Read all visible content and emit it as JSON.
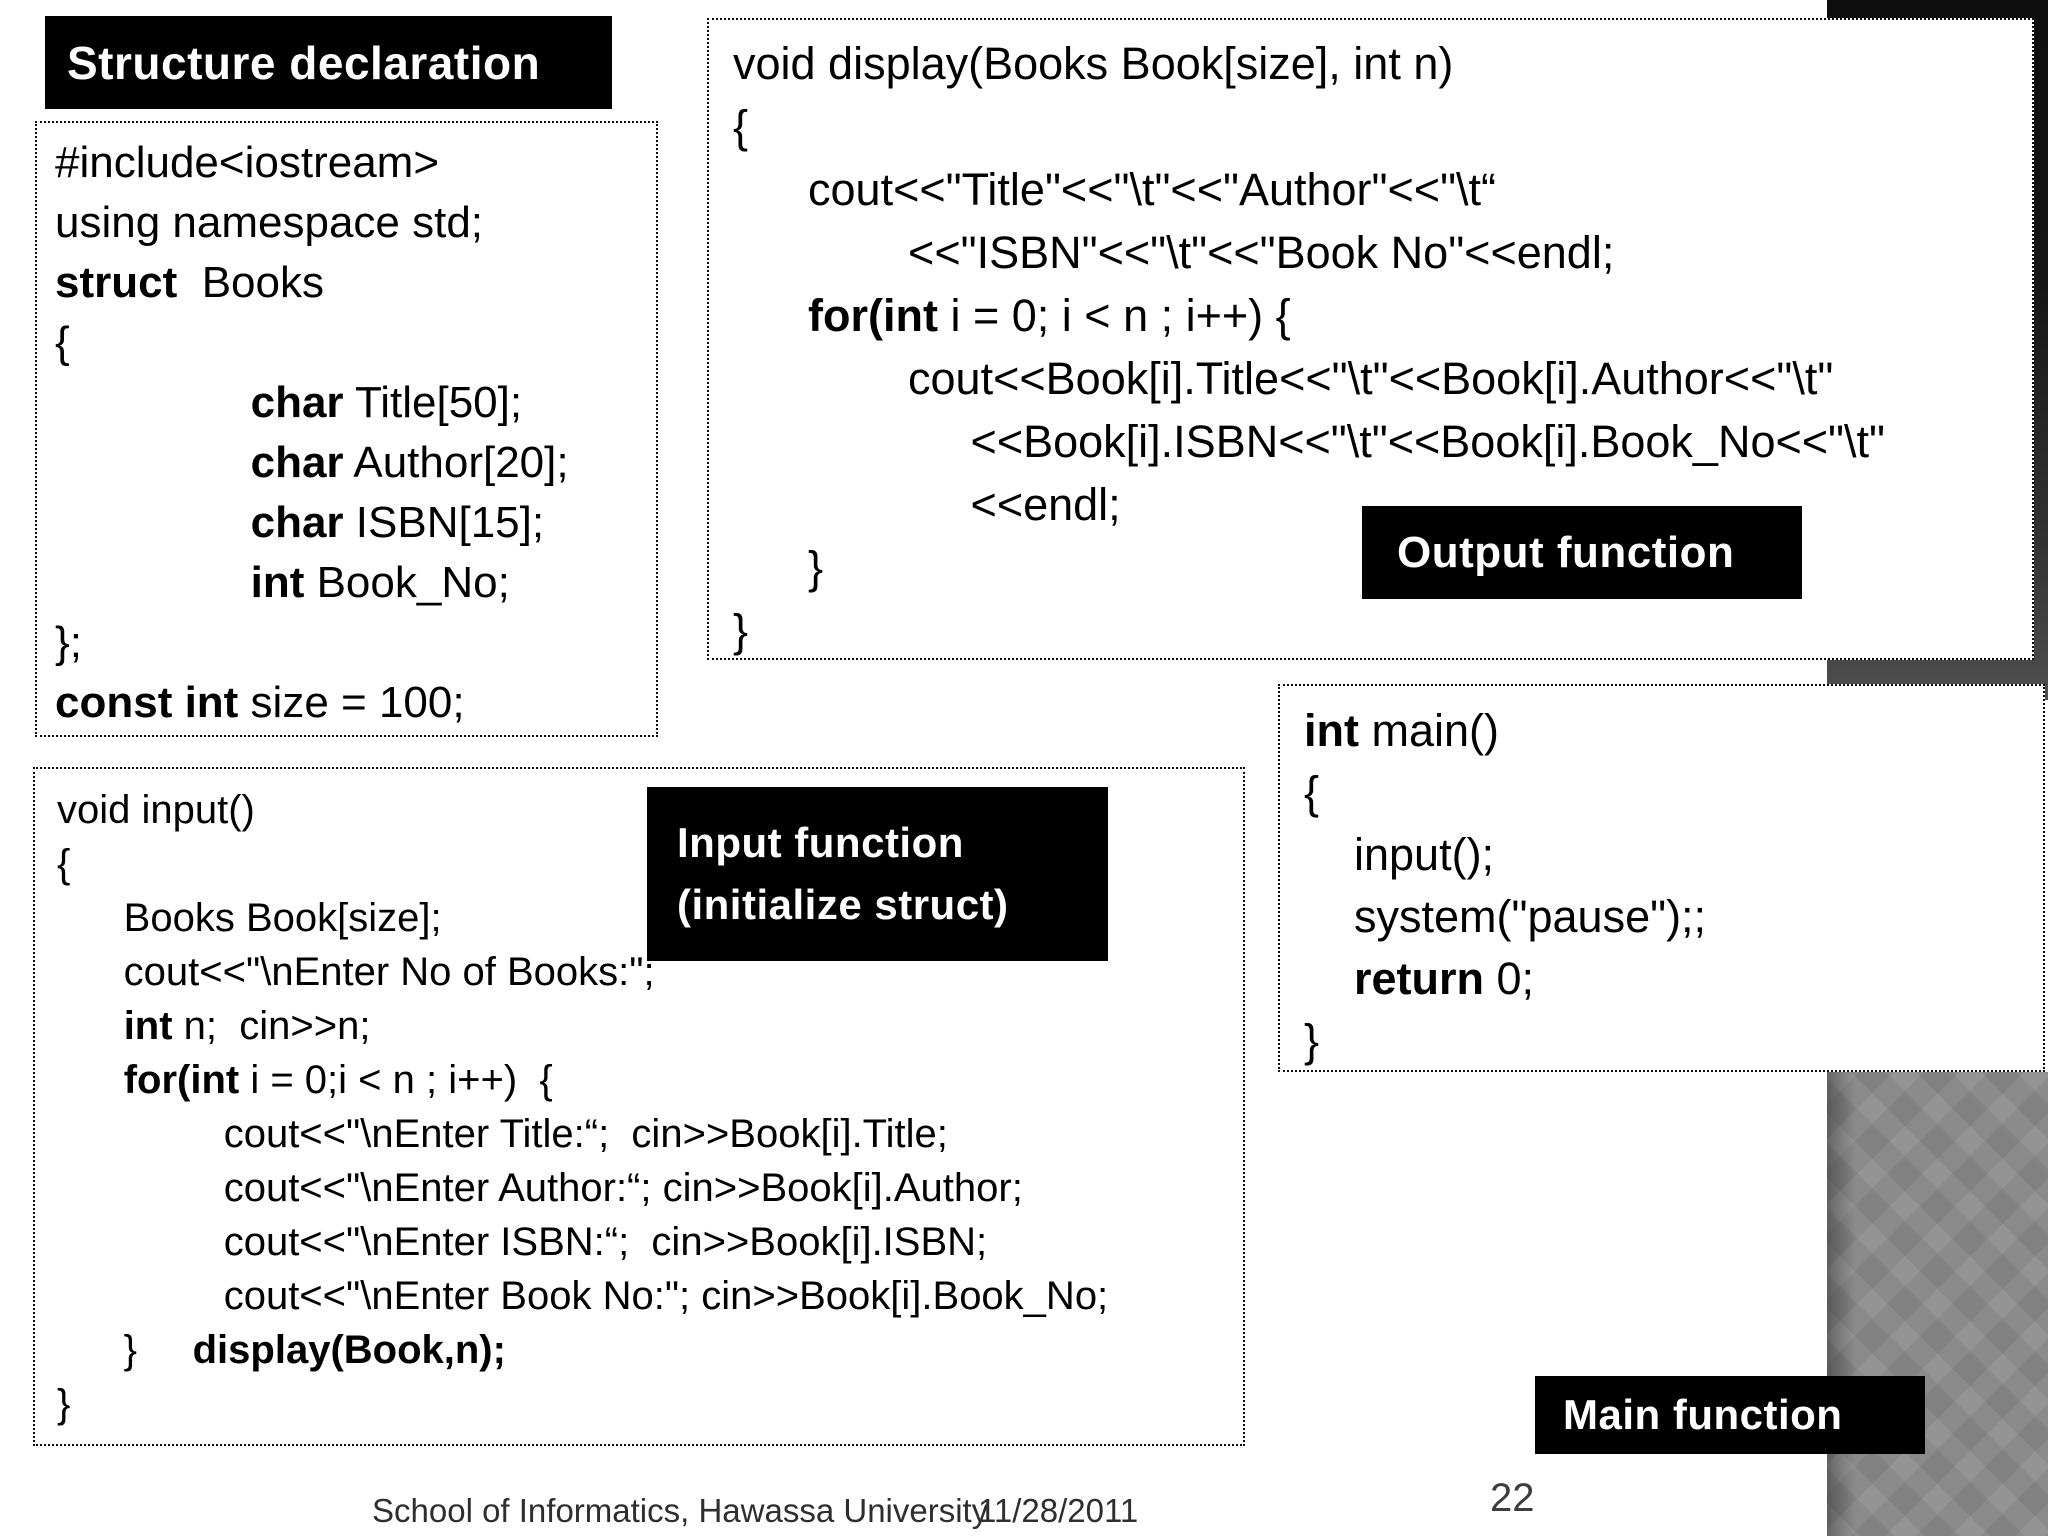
{
  "labels": {
    "structure": "Structure declaration",
    "output": "Output function",
    "input_line1": "Input function",
    "input_line2": "(initialize struct)",
    "main": "Main function"
  },
  "footer": {
    "school": "School of Informatics, Hawassa University",
    "date": "11/28/2011",
    "page": "22"
  },
  "colors": {
    "background": "#ffffff",
    "label_bg": "#000000",
    "label_text": "#ffffff",
    "code_text": "#000000",
    "dark_column_top": "#0e0e0e",
    "dark_column_bottom": "#4f4f4f",
    "gray_column": "#8b8b8b"
  },
  "code": {
    "structure": [
      [
        {
          "t": "#include<iostream>"
        }
      ],
      [
        {
          "t": "using namespace std;"
        }
      ],
      [
        {
          "t": "struct",
          "b": true
        },
        {
          "t": "  Books"
        }
      ],
      [
        {
          "t": "{"
        }
      ],
      [
        {
          "t": "                "
        },
        {
          "t": "char",
          "b": true
        },
        {
          "t": " Title[50];"
        }
      ],
      [
        {
          "t": "                "
        },
        {
          "t": "char",
          "b": true
        },
        {
          "t": " Author[20];"
        }
      ],
      [
        {
          "t": "                "
        },
        {
          "t": "char",
          "b": true
        },
        {
          "t": " ISBN[15];"
        }
      ],
      [
        {
          "t": "                "
        },
        {
          "t": "int",
          "b": true
        },
        {
          "t": " Book_No;"
        }
      ],
      [
        {
          "t": "};"
        }
      ],
      [
        {
          "t": "const int",
          "b": true
        },
        {
          "t": " size = 100;"
        }
      ]
    ],
    "display": [
      [
        {
          "t": "void display(Books Book[size], int n)"
        }
      ],
      [
        {
          "t": "{"
        }
      ],
      [
        {
          "t": "      cout<<\"Title\"<<\"\\t\"<<\"Author\"<<\"\\t“"
        }
      ],
      [
        {
          "t": "              <<\"ISBN\"<<\"\\t\"<<\"Book No\"<<endl;"
        }
      ],
      [
        {
          "t": "      "
        },
        {
          "t": "for(int",
          "b": true
        },
        {
          "t": " i = 0; i < n ; i++) {"
        }
      ],
      [
        {
          "t": "              cout<<Book[i].Title<<\"\\t\"<<Book[i].Author<<\"\\t\""
        }
      ],
      [
        {
          "t": "                   <<Book[i].ISBN<<\"\\t\"<<Book[i].Book_No<<\"\\t\""
        }
      ],
      [
        {
          "t": "                   <<endl;"
        }
      ],
      [
        {
          "t": "      }"
        }
      ],
      [
        {
          "t": "}"
        }
      ]
    ],
    "input": [
      [
        {
          "t": "void input()"
        }
      ],
      [
        {
          "t": "{"
        }
      ],
      [
        {
          "t": "      Books Book[size];"
        }
      ],
      [
        {
          "t": "      cout<<\"\\nEnter No of Books:\";"
        }
      ],
      [
        {
          "t": "      "
        },
        {
          "t": "int",
          "b": true
        },
        {
          "t": " n;  cin>>n;"
        }
      ],
      [
        {
          "t": "      "
        },
        {
          "t": "for(int",
          "b": true
        },
        {
          "t": " i = 0;i < n ; i++)  {"
        }
      ],
      [
        {
          "t": "               cout<<\"\\nEnter Title:“;  cin>>Book[i].Title;"
        }
      ],
      [
        {
          "t": "               cout<<\"\\nEnter Author:“; cin>>Book[i].Author;"
        }
      ],
      [
        {
          "t": "               cout<<\"\\nEnter ISBN:“;  cin>>Book[i].ISBN;"
        }
      ],
      [
        {
          "t": "               cout<<\"\\nEnter Book No:\"; cin>>Book[i].Book_No;"
        }
      ],
      [
        {
          "t": "      }     "
        },
        {
          "t": "display(Book,n);",
          "b": true
        }
      ],
      [
        {
          "t": "}"
        }
      ]
    ],
    "main": [
      [
        {
          "t": "int",
          "b": true
        },
        {
          "t": " main()"
        }
      ],
      [
        {
          "t": "{"
        }
      ],
      [
        {
          "t": "    input();"
        }
      ],
      [
        {
          "t": "    system(\"pause\");;"
        }
      ],
      [
        {
          "t": "    "
        },
        {
          "t": "return",
          "b": true
        },
        {
          "t": " 0;"
        }
      ],
      [
        {
          "t": "}"
        }
      ]
    ]
  }
}
